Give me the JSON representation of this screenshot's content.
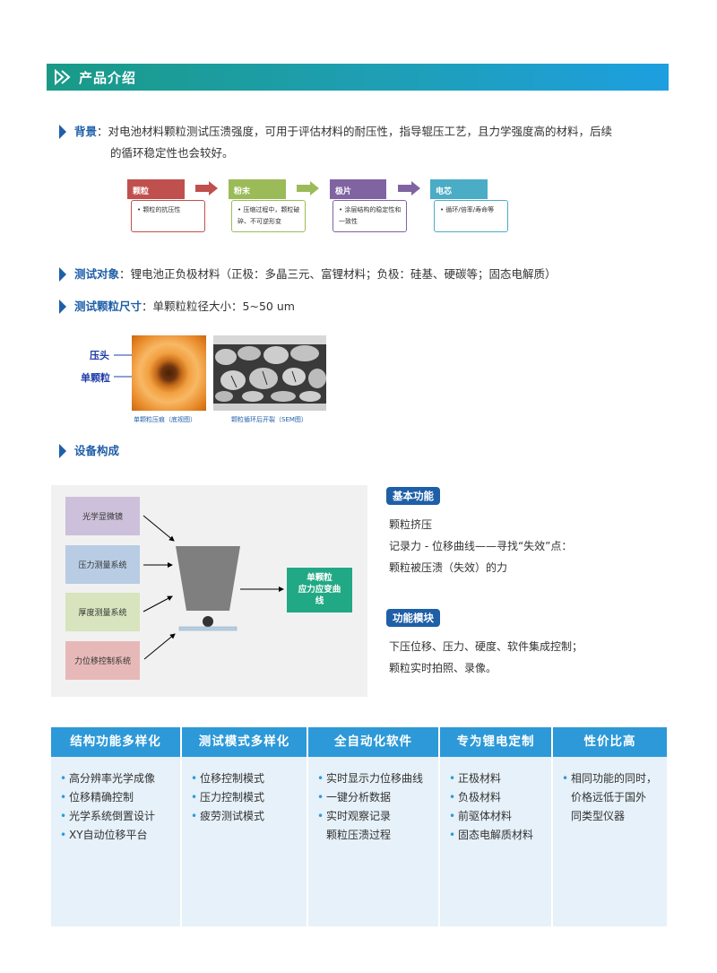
{
  "header": {
    "title": "产品介绍"
  },
  "background": {
    "label": "背景",
    "text_line1": "：对电池材料颗粒测试压溃强度，可用于评估材料的耐压性，指导辊压工艺，且力学强度高的材料，后续",
    "text_line2": "的循环稳定性也会较好。"
  },
  "flow": [
    {
      "title": "颗粒",
      "desc": "• 颗粒的抗压性",
      "color": "#c0504d"
    },
    {
      "title": "粉末",
      "desc": "• 压缩过程中，颗粒破碎、不可逆形变",
      "color": "#9bbb59"
    },
    {
      "title": "极片",
      "desc": "• 涂层结构的稳定性和一致性",
      "color": "#8064a2"
    },
    {
      "title": "电芯",
      "desc": "• 循环/倍率/寿命等",
      "color": "#4bacc6"
    }
  ],
  "test_object": {
    "label": "测试对象",
    "text": "：锂电池正负极材料（正极：多晶三元、富锂材料；负极：硅基、硬碳等；固态电解质）"
  },
  "particle_size": {
    "label": "测试颗粒尺寸",
    "text": "：单颗粒粒径大小：5~50 um"
  },
  "images": {
    "pointer_1": "压头",
    "pointer_2": "单颗粒",
    "caption_1": "单颗粒压痕（底视图）",
    "caption_2": "颗粒循环后开裂（SEM图）"
  },
  "composition": {
    "label": "设备构成"
  },
  "diagram": {
    "boxes": [
      "光学显微镜",
      "压力测量系统",
      "厚度测量系统",
      "力位移控制系统"
    ],
    "result_line1": "单颗粒",
    "result_line2": "应力应变曲",
    "result_line3": "线"
  },
  "basic_function": {
    "tag": "基本功能",
    "line1": "颗粒挤压",
    "line2": "记录力 - 位移曲线——寻找“失效”点：",
    "line3": "颗粒被压溃（失效）的力"
  },
  "function_module": {
    "tag": "功能模块",
    "line1": "下压位移、压力、硬度、软件集成控制；",
    "line2": "颗粒实时拍照、录像。"
  },
  "features": [
    {
      "title": "结构功能多样化",
      "items": [
        "高分辨率光学成像",
        "位移精确控制",
        "光学系统倒置设计",
        "XY自动位移平台"
      ]
    },
    {
      "title": "测试模式多样化",
      "items": [
        "位移控制模式",
        "压力控制模式",
        "疲劳测试模式"
      ]
    },
    {
      "title": "全自动化软件",
      "items": [
        "实时显示力位移曲线",
        "一键分析数据",
        "实时观察记录",
        "颗粒压溃过程"
      ]
    },
    {
      "title": "专为锂电定制",
      "items": [
        "正极材料",
        "负极材料",
        "前驱体材料",
        "固态电解质材料"
      ]
    },
    {
      "title": "性价比高",
      "items": [
        "相同功能的同时，",
        "价格远低于国外",
        "同类型仪器"
      ]
    }
  ]
}
